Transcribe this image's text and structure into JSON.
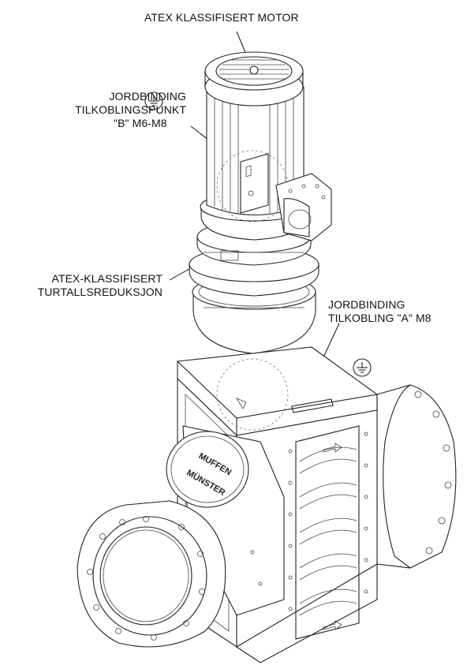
{
  "labels": {
    "motor": "ATEX KLASSIFISERT MOTOR",
    "ground_b_line1": "JORDBINDING",
    "ground_b_line2": "TILKOBLINGSPUNKT",
    "ground_b_line3": "\"B\" M6-M8",
    "gear_line1": "ATEX-KLASSIFISERT",
    "gear_line2": "TURTALLSREDUKSJON",
    "ground_a_line1": "JORDBINDING",
    "ground_a_line2": "TILKOBLING \"A\" M8"
  },
  "cover_plate": {
    "line1": "MUFFEN",
    "line2": "MÜNSTER"
  },
  "icons": [
    "ground-symbol-icon",
    "ground-symbol-icon"
  ]
}
